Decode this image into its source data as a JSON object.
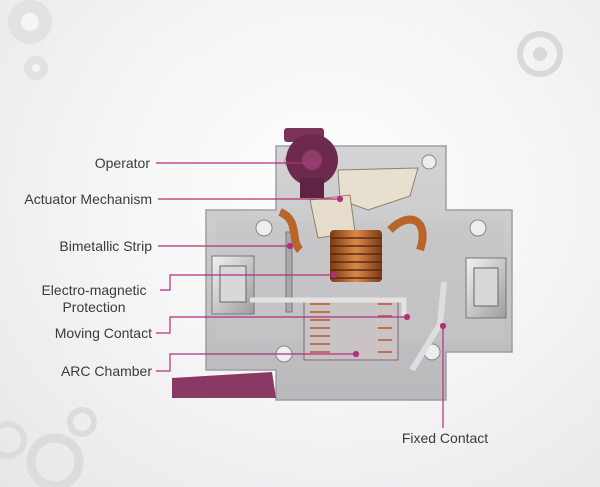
{
  "labels": {
    "operator": "Operator",
    "actuator_mechanism": "Actuator Mechanism",
    "bimetallic_strip": "Bimetallic Strip",
    "electro_magnetic_line1": "Electro-magnetic",
    "electro_magnetic_line2": "Protection",
    "moving_contact": "Moving Contact",
    "arc_chamber": "ARC Chamber",
    "fixed_contact": "Fixed Contact"
  },
  "colors": {
    "leader_line": "#b0307a",
    "label_text": "#3b3b3b",
    "operator_purple": "#6e2a4e",
    "copper": "#b8652c",
    "housing_gray": "#c9c9cb"
  },
  "icons": [
    "gear-icon"
  ]
}
